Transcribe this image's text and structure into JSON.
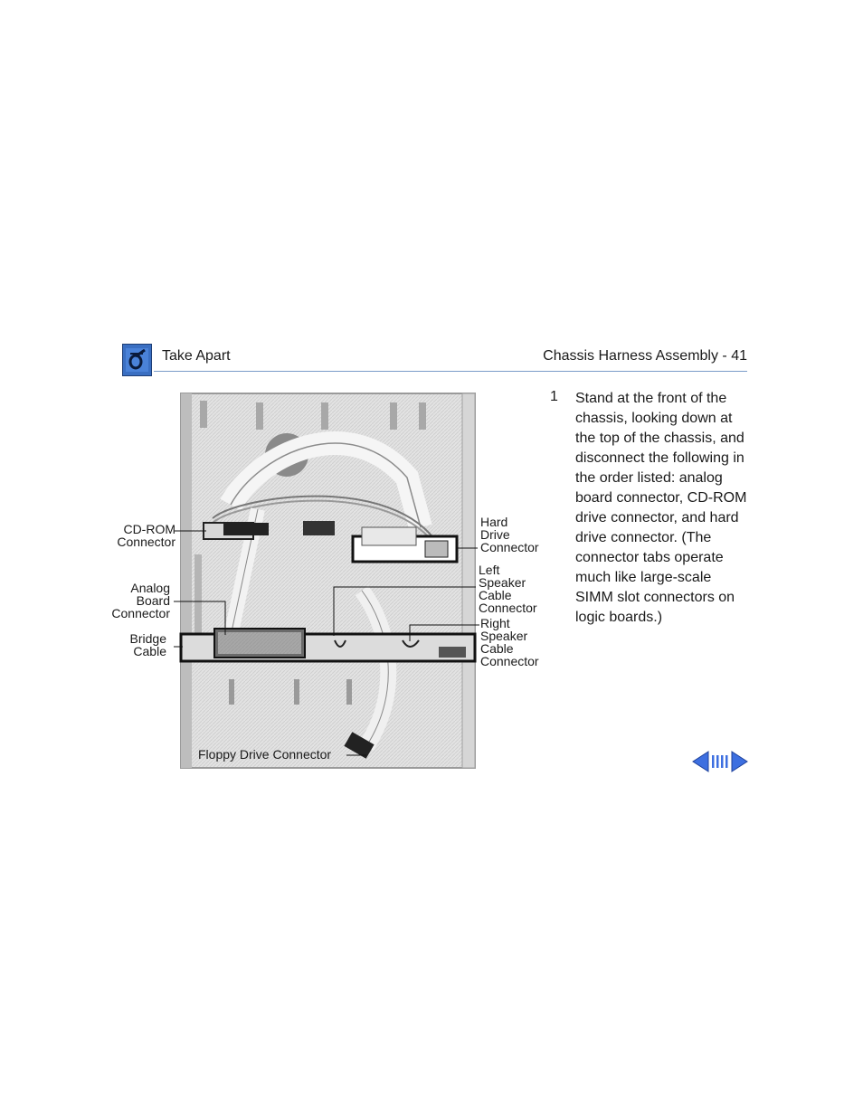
{
  "header": {
    "section": "Take Apart",
    "page_title": "Chassis Harness Assembly - 41",
    "icon": "screwdriver-icon"
  },
  "figure": {
    "callouts": {
      "cdrom": "CD-ROM\nConnector",
      "analog": "Analog\nBoard\nConnector",
      "bridge": "Bridge\nCable",
      "hard_drive": "Hard\nDrive\nConnector",
      "left_speaker": "Left\nSpeaker\nCable\nConnector",
      "right_speaker": "Right\nSpeaker\nCable\nConnector",
      "floppy": "Floppy Drive Connector"
    }
  },
  "step": {
    "number": "1",
    "text": "Stand at the front of the chassis, looking down at the top of the chassis, and disconnect the following in the order listed: analog board connector, CD-ROM drive connector, and hard drive connector. (The connector tabs operate much like large-scale SIMM slot connectors on logic boards.)"
  },
  "nav": {
    "prev_icon": "left-arrow-icon",
    "index_icon": "index-icon",
    "next_icon": "right-arrow-icon",
    "color": "#3d6fe0"
  }
}
